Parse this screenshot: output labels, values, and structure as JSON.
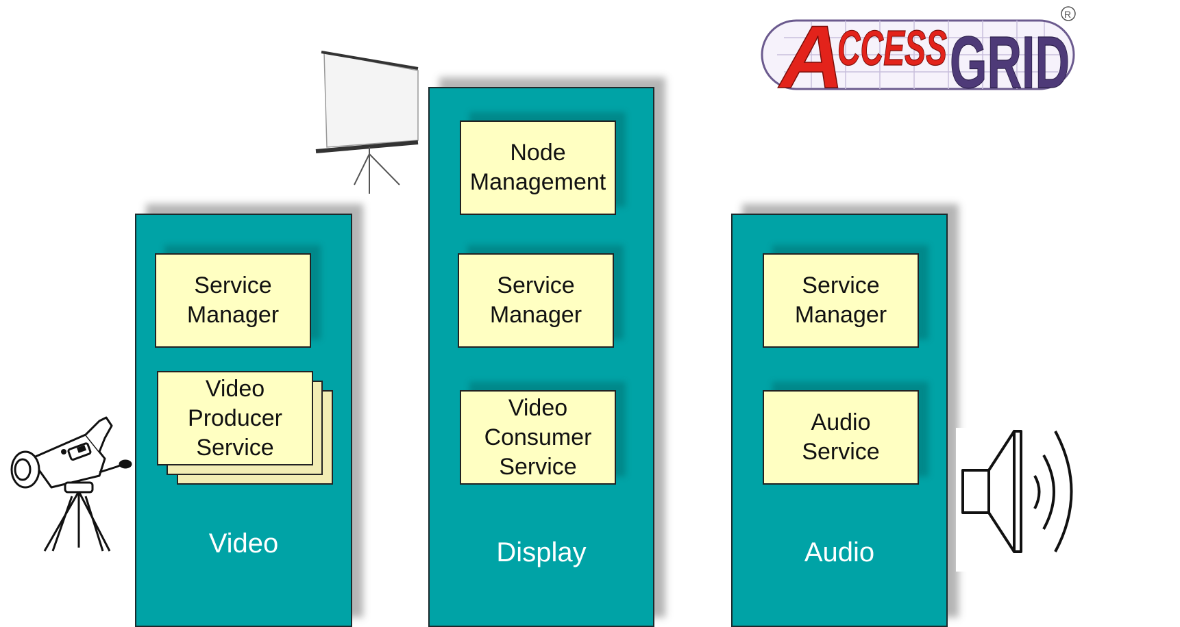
{
  "logo": {
    "text_a": "A",
    "text_ccess": "CCESS",
    "text_grid": "GRID",
    "registered": "R"
  },
  "columns": {
    "video": {
      "label": "Video",
      "service_manager": "Service\nManager",
      "producer": "Video\nProducer\nService"
    },
    "display": {
      "label": "Display",
      "node_management": "Node\nManagement",
      "service_manager": "Service\nManager",
      "consumer": "Video\nConsumer\nService"
    },
    "audio": {
      "label": "Audio",
      "service_manager": "Service\nManager",
      "audio_service": "Audio\nService"
    }
  },
  "colors": {
    "column": "#00a3a6",
    "box": "#ffffc2",
    "logo_red": "#e3231b",
    "logo_purple": "#4e3a78"
  },
  "icons": [
    "projection-screen-icon",
    "video-camera-icon",
    "speaker-icon",
    "access-grid-logo"
  ]
}
